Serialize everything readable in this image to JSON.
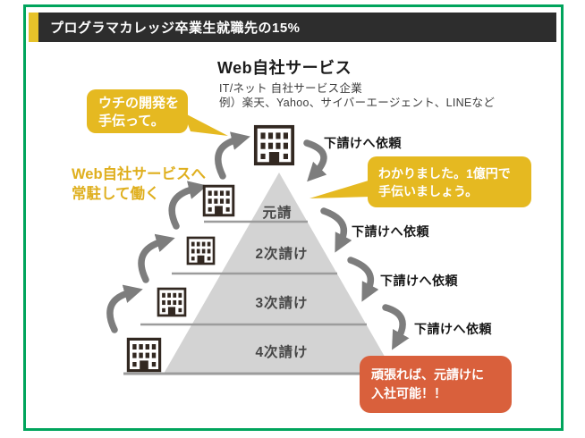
{
  "frame": {
    "border_color": "#00a45c"
  },
  "header": {
    "title": "プログラマカレッジ卒業生就職先の15%",
    "bar_color": "#2d2d2d",
    "accent_color": "#e6c22a"
  },
  "intro": {
    "title": "Web自社サービス",
    "subtitle1": "IT/ネット 自社サービス企業",
    "subtitle2": "例）楽天、Yahoo、サイバーエージェント、LINEなど"
  },
  "left_note": {
    "line1": "Web自社サービスへ",
    "line2": "常駐して働く",
    "color": "#dfaf1e"
  },
  "speech_bubbles": {
    "request": {
      "line1": "ウチの開発を",
      "line2": "手伝って。",
      "bg": "#e5b921"
    },
    "reply": {
      "line1": "わかりました。1億円で",
      "line2": "手伝いましょう。",
      "bg": "#e5b921"
    },
    "goal": {
      "line1": "頑張れば、元請けに",
      "line2": "入社可能！！",
      "bg": "#d9603c"
    }
  },
  "pyramid": {
    "fill": "#d3d3d3",
    "line_color": "#9c9c9c",
    "tiers": [
      "元請",
      "2次請け",
      "3次請け",
      "4次請け"
    ]
  },
  "labels": {
    "outsource": "下請けへ依頼"
  },
  "icons": {
    "building": "office-building",
    "arrow_color": "#7d7d7d"
  }
}
